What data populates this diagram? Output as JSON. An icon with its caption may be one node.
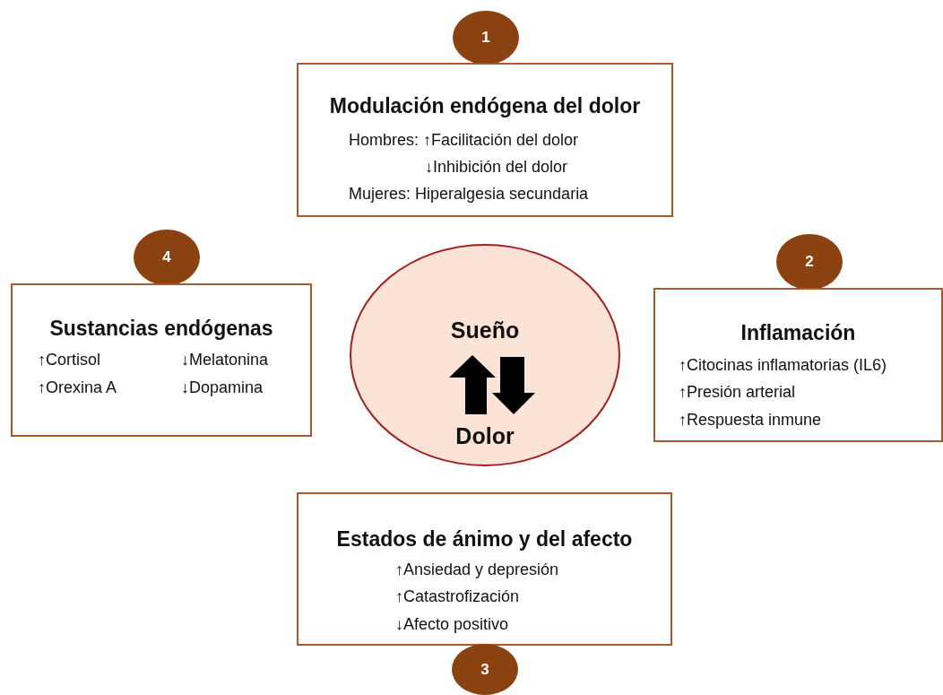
{
  "diagram": {
    "nodes": [
      {
        "text": [
          "1"
        ]
      },
      {
        "text": [
          "Modulación endógena del dolor",
          "Hombres: ↑Facilitación del dolor",
          "↓Inhibición del dolor",
          "Mujeres: Hiperalgesia secundaria"
        ]
      },
      {
        "text": [
          "4"
        ]
      },
      {
        "text": [
          "2"
        ]
      },
      {
        "text": [
          "Sustancias endógenas",
          "↑Cortisol",
          "↓Melatonina",
          "↑Orexina A",
          "↓Dopamina"
        ]
      },
      {
        "text": [
          "Sueño",
          "Dolor"
        ]
      },
      {
        "text": [
          "Inflamación",
          "↑Citocinas inflamatorias (IL6)",
          "↑Presión arterial",
          "↑Respuesta inmune"
        ]
      },
      {
        "text": [
          "Estados de ánimo y del afecto",
          "↑Ansiedad y depresión",
          "↑Catastrofización",
          "↓Afecto positivo"
        ]
      },
      {
        "text": [
          "3"
        ]
      }
    ]
  }
}
